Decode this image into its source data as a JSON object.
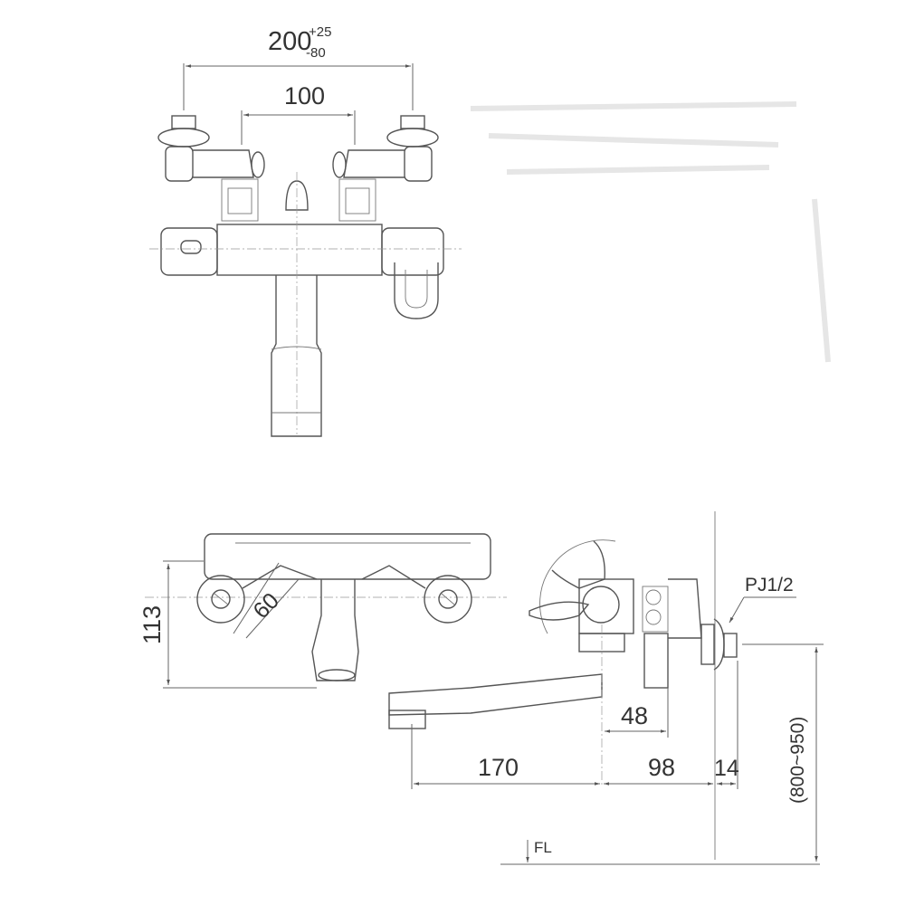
{
  "drawing": {
    "type": "technical dimension drawing",
    "subject": "wall-mounted thermostatic bath faucet",
    "views": [
      "front view",
      "bottom/side view"
    ]
  },
  "front_view": {
    "dims": {
      "spacing_main": "200",
      "spacing_tol_plus": "+25",
      "spacing_tol_minus": "-80",
      "spout_span": "100"
    }
  },
  "side_view": {
    "dims": {
      "height": "113",
      "angle_leg": "60",
      "spout_reach": "170",
      "offset_a": "98",
      "offset_b": "14",
      "inner_offset": "48",
      "install_height": "(800~950)"
    },
    "labels": {
      "thread": "PJ1/2",
      "floor": "FL"
    }
  },
  "colors": {
    "line": "#555555",
    "dimension": "#666666",
    "text": "#333333",
    "background": "#ffffff"
  }
}
